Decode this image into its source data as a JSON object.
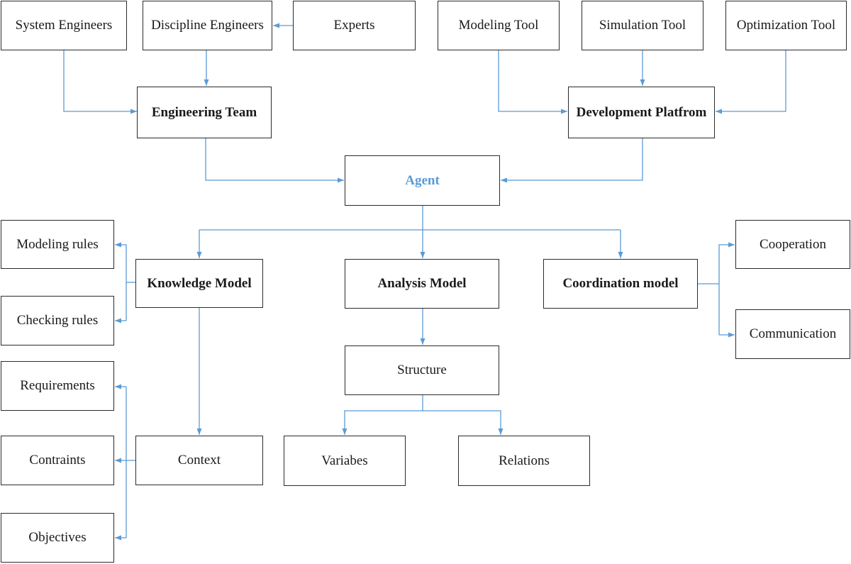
{
  "colors": {
    "connector": "#5b9bd5",
    "agent_text": "#5b9bd5",
    "border": "#2b2b2b"
  },
  "nodes": {
    "system_engineers": "System Engineers",
    "discipline_engineers": "Discipline Engineers",
    "experts": "Experts",
    "modeling_tool": "Modeling Tool",
    "simulation_tool": "Simulation Tool",
    "optimization_tool": "Optimization Tool",
    "engineering_team": "Engineering Team",
    "development_platform": "Development Platfrom",
    "agent": "Agent",
    "modeling_rules": "Modeling rules",
    "checking_rules": "Checking rules",
    "knowledge_model": "Knowledge Model",
    "analysis_model": "Analysis Model",
    "coordination_model": "Coordination model",
    "cooperation": "Cooperation",
    "communication": "Communication",
    "structure": "Structure",
    "requirements": "Requirements",
    "contraints": "Contraints",
    "objectives": "Objectives",
    "context": "Context",
    "variabes": "Variabes",
    "relations": "Relations"
  }
}
